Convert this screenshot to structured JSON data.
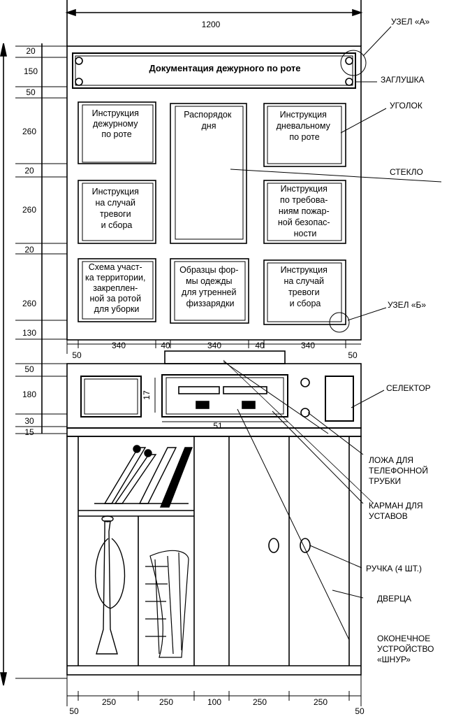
{
  "header_title": "Документация дежурного по роте",
  "panels": [
    [
      "Инструкция",
      "дежурному",
      "по роте"
    ],
    [
      "Распорядок",
      "дня"
    ],
    [
      "Инструкция",
      "дневальному",
      "по роте"
    ],
    [
      "Инструкция",
      "на случай",
      "тревоги",
      "и сбора"
    ],
    [
      "Инструкция",
      "по требова-",
      "ниям пожар-",
      "ной безопас-",
      "ности"
    ],
    [
      "Схема участ-",
      "ка территории,",
      "закреплен-",
      "ной за ротой",
      "для уборки"
    ],
    [
      "Образцы фор-",
      "мы одежды",
      "для утренней",
      "физзарядки"
    ],
    [
      "Инструкция",
      "на случай",
      "тревоги",
      "и сбора"
    ]
  ],
  "callouts": {
    "uzel_a": "УЗЕЛ «А»",
    "zaglushka": "ЗАГЛУШКА",
    "ugolok": "УГОЛОК",
    "steklo": "СТЕКЛО",
    "uzel_b": "УЗЕЛ «Б»",
    "selektor": "СЕЛЕКТОР",
    "lozha": [
      "ЛОЖА ДЛЯ",
      "ТЕЛЕФОННОЙ",
      "ТРУБКИ"
    ],
    "karman": [
      "КАРМАН ДЛЯ",
      "УСТАВОВ"
    ],
    "ruchka": "РУЧКА (4 ШТ.)",
    "dvertsa": "ДВЕРЦА",
    "okonechnoe": [
      "ОКОНЕЧНОЕ",
      "УСТРОЙСТВО",
      "«ШНУР»"
    ]
  },
  "dims": {
    "width_top": "1200",
    "left": [
      "20",
      "150",
      "50",
      "260",
      "20",
      "260",
      "20",
      "260",
      "130",
      "50",
      "180",
      "30",
      "15"
    ],
    "middle_row": [
      "50",
      "340",
      "40",
      "340",
      "40",
      "340",
      "50"
    ],
    "bottom_row": [
      "50",
      "250",
      "250",
      "100",
      "250",
      "250",
      "50"
    ],
    "small_17": "17",
    "small_51": "51"
  }
}
